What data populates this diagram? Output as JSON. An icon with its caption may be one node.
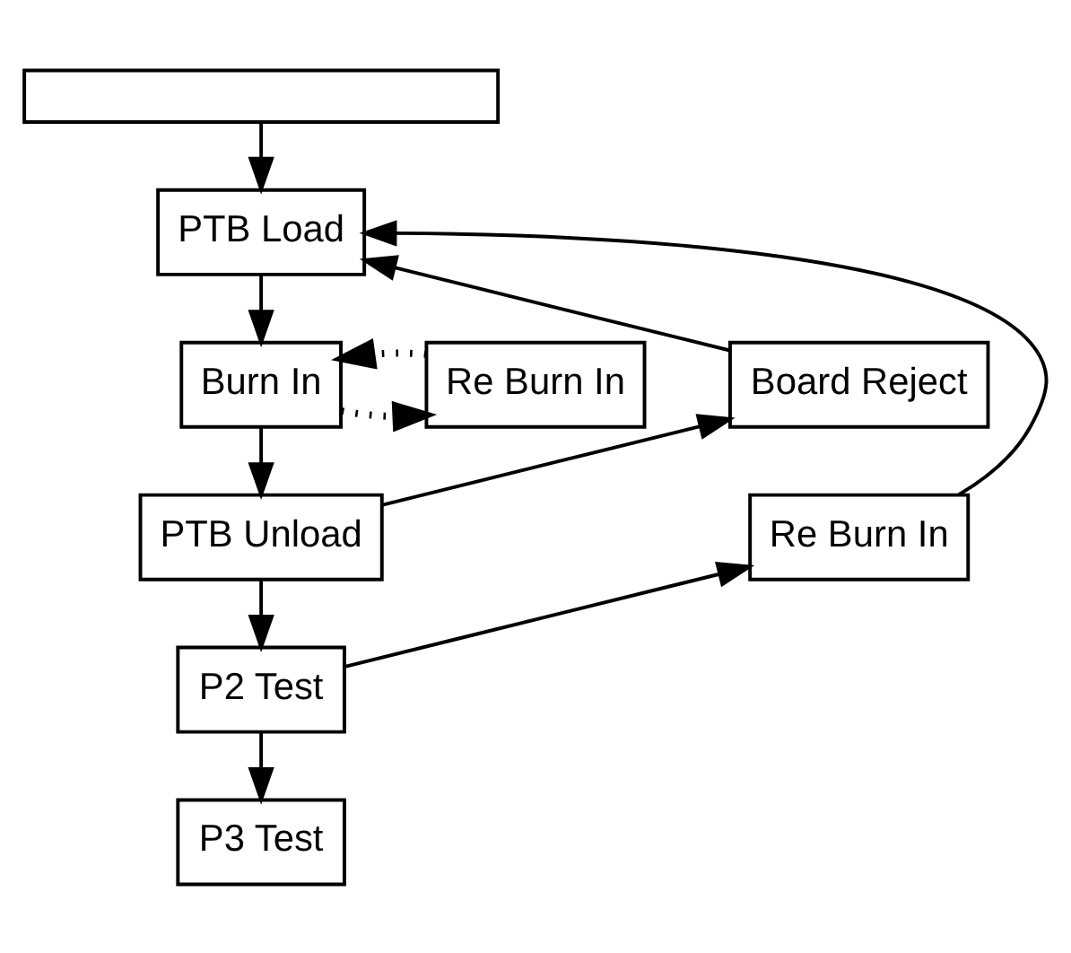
{
  "diagram": {
    "nodes": [
      {
        "text": [],
        "shape": "box"
      },
      {
        "text": [
          "PTB Load"
        ]
      },
      {
        "text": [
          "Board Reject"
        ]
      },
      {
        "text": [
          "Burn In"
        ]
      },
      {
        "text": [
          "Re Burn In"
        ]
      },
      {
        "text": [
          "Re Burn In"
        ]
      },
      {
        "text": [
          "PTB Unload"
        ]
      },
      {
        "text": [
          "P2 Test"
        ]
      },
      {
        "text": [
          "P3 Test"
        ]
      }
    ],
    "edges": [
      {
        "from": 0,
        "to": 1,
        "arrow": "to"
      },
      {
        "from": 5,
        "to": 1,
        "arrow": "to"
      },
      {
        "from": 2,
        "to": 1,
        "arrow": "to"
      },
      {
        "from": 1,
        "to": 3,
        "arrow": "to"
      },
      {
        "from": 3,
        "to": 4,
        "arrow": "to",
        "style": "dashed"
      },
      {
        "from": 4,
        "to": 3,
        "arrow": "to",
        "style": "dashed"
      },
      {
        "from": 3,
        "to": 6,
        "arrow": "to"
      },
      {
        "from": 6,
        "to": 2,
        "arrow": "to"
      },
      {
        "from": 6,
        "to": 7,
        "arrow": "to"
      },
      {
        "from": 7,
        "to": 5,
        "arrow": "to"
      },
      {
        "from": 7,
        "to": 8,
        "arrow": "to"
      }
    ]
  }
}
